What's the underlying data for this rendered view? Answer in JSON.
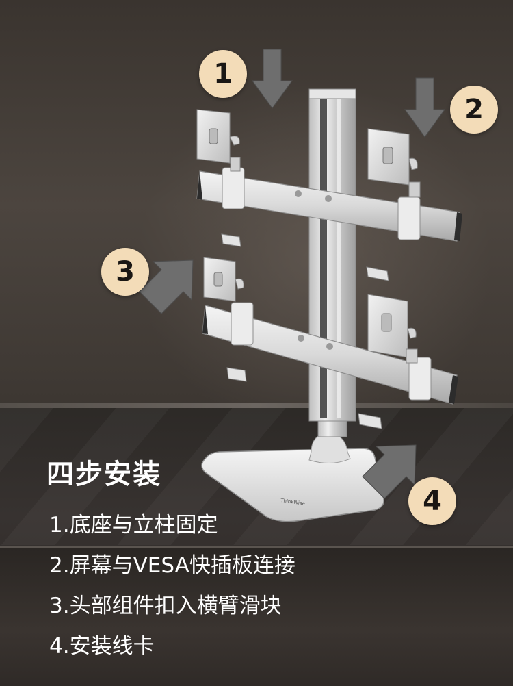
{
  "badges": {
    "one": "1",
    "two": "2",
    "three": "3",
    "four": "4"
  },
  "heading": "四步安装",
  "steps": [
    "1.底座与立柱固定",
    "2.屏幕与VESA快插板连接",
    "3.头部组件扣入横臂滑块",
    "4.安装线卡"
  ],
  "brand_mark": "ThinkWise",
  "colors": {
    "badge": "#f3dcb8",
    "arrow": "#6e6e6e",
    "text": "#ffffff",
    "background": "#3f3934"
  }
}
